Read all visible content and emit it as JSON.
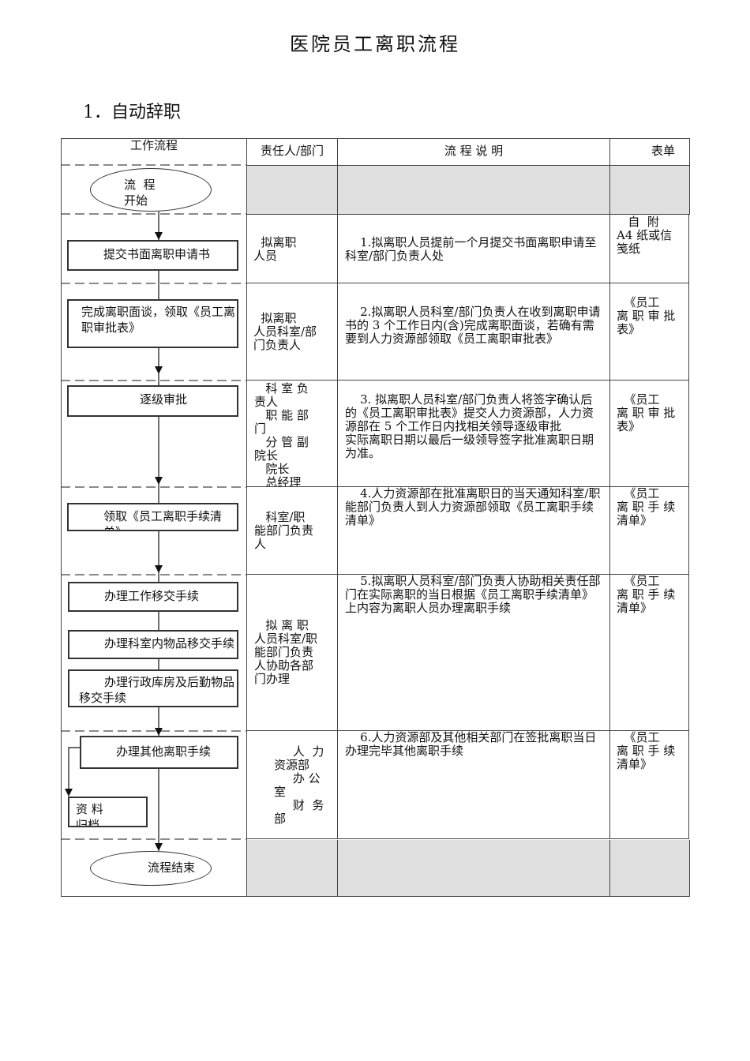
{
  "title": "医院员工离职流程",
  "section": "1．自动辞职",
  "headers": [
    "工作流程",
    "责任人/部门",
    "流 程 说 明",
    "表单"
  ],
  "flow": {
    "start": "流  程\n开始",
    "step1": "提交书面离职申请书",
    "step2": "完成离职面谈，领取《员工离职审批表》",
    "step3": "逐级审批",
    "step4": "领取《员工离职手续清单》",
    "step5a": "办理工作移交手续",
    "step5b": "办理科室内物品移交手续",
    "step5c": "办理行政库房及后勤物品移交手续",
    "step6": "办理其他离职手续",
    "archive": "资 料\n归档",
    "end": "流程结束"
  },
  "rows": [
    {
      "owner": "  拟离职\n人员",
      "desc": "    1.拟离职人员提前一个月提交书面离职申请至科室/部门负责人处",
      "form": "   自  附\nA4 纸或信笺纸"
    },
    {
      "owner": "  拟离职\n人员科室/部\n门负责人",
      "desc": "    2.拟离职人员科室/部门负责人在收到离职申请书的 3 个工作日内(含)完成离职面谈，若确有需要到人力资源部领取《员工离职审批表》",
      "form": "  《员工\n离 职 审 批\n表》"
    },
    {
      "owner": "   科 室 负\n责人\n   职 能 部\n门\n   分 管 副\n院长\n   院长\n   总经理",
      "desc": "    3. 拟离职人员科室/部门负责人将签字确认后的《员工离职审批表》提交人力资源部，人力资源部在 5 个工作日内找相关领导逐级审批\n实际离职日期以最后一级领导签字批准离职日期为准。",
      "form": "  《员工\n离 职 审 批\n表》"
    },
    {
      "owner": "   科室/职\n能部门负责\n人",
      "desc": "    4.人力资源部在批准离职日的当天通知科室/职能部门负责人到人力资源部领取《员工离职手续清单》",
      "form": "  《员工\n离 职 手 续\n清单》"
    },
    {
      "owner": "   拟 离 职\n人员科室/职\n能部门负责\n人协助各部\n门办理",
      "desc": "    5.拟离职人员科室/部门负责人协助相关责任部门在实际离职的当日根据《员工离职手续清单》上内容为离职人员办理离职手续",
      "form": "  《员工\n离 职 手 续\n清单》"
    },
    {
      "owner": "     人  力\n资源部\n     办 公\n室\n     财  务\n部",
      "desc": "    6.人力资源部及其他相关部门在签批离职当日办理完毕其他离职手续",
      "form": "  《员工\n离 职 手 续\n清单》"
    }
  ],
  "colors": {
    "gray_cell": "#e0e0e0",
    "line": "#333333"
  }
}
